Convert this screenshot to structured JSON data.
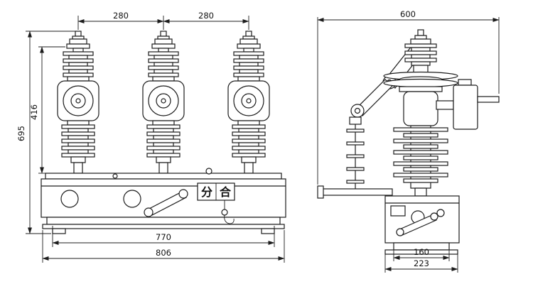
{
  "front_view": {
    "dim_pole_spacing_1": "280",
    "dim_pole_spacing_2": "280",
    "dim_height_overall": "695",
    "dim_height_pole": "416",
    "dim_width_inner": "770",
    "dim_width_overall": "806",
    "plate_open": "分",
    "plate_close": "合"
  },
  "side_view": {
    "dim_width_overall": "600",
    "dim_base_inner": "160",
    "dim_base_outer": "223"
  },
  "colors": {
    "line": "#1c1c1c",
    "background": "#ffffff"
  }
}
